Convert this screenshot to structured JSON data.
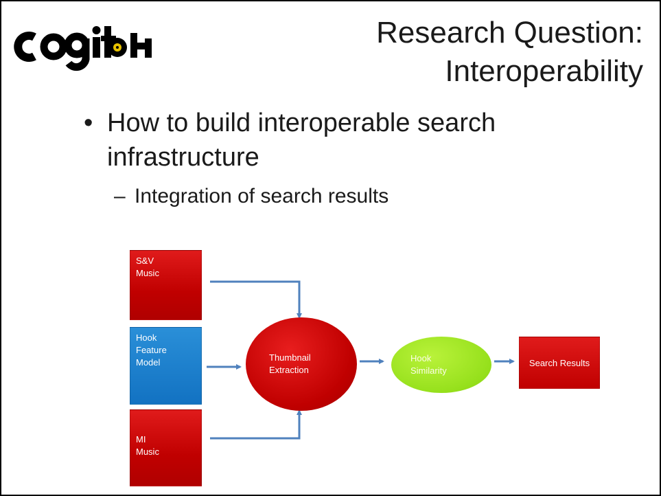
{
  "slide": {
    "logo": {
      "text": "cogitch"
    },
    "title_lines": [
      "Research Question:",
      "Interoperability"
    ],
    "bullets": [
      {
        "text": "How to build interoperable search infrastructure",
        "subbullets": [
          "Integration of search results"
        ]
      }
    ]
  },
  "diagram": {
    "sv_music": "S&V\nMusic",
    "hook_feature_model": "Hook\nFeature\nModel",
    "mi_music": "MI\nMusic",
    "thumbnail_extraction": "Thumbnail\nExtraction",
    "hook_similarity": "Hook\nSimilarity",
    "search_results": "Search Results"
  },
  "colors": {
    "red": "#c00000",
    "blue": "#1272c2",
    "green": "#96e01c",
    "arrow": "#4f81bd"
  }
}
